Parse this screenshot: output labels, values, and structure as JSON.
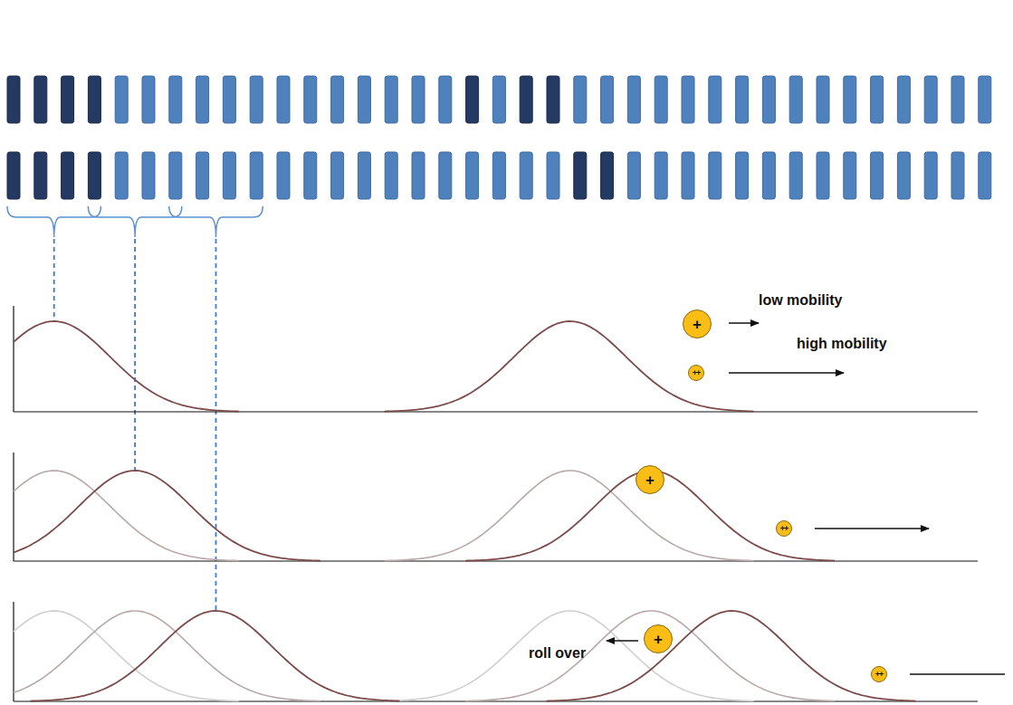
{
  "diagram": {
    "nodes": [
      {
        "text": [
          "+"
        ]
      },
      {
        "text": [
          "++"
        ]
      },
      {
        "text": [
          "+"
        ]
      },
      {
        "text": [
          "++"
        ]
      },
      {
        "text": [
          "+"
        ]
      },
      {
        "text": [
          "++"
        ]
      }
    ],
    "labels": [
      "low mobility",
      "high mobility",
      "roll over"
    ]
  }
}
